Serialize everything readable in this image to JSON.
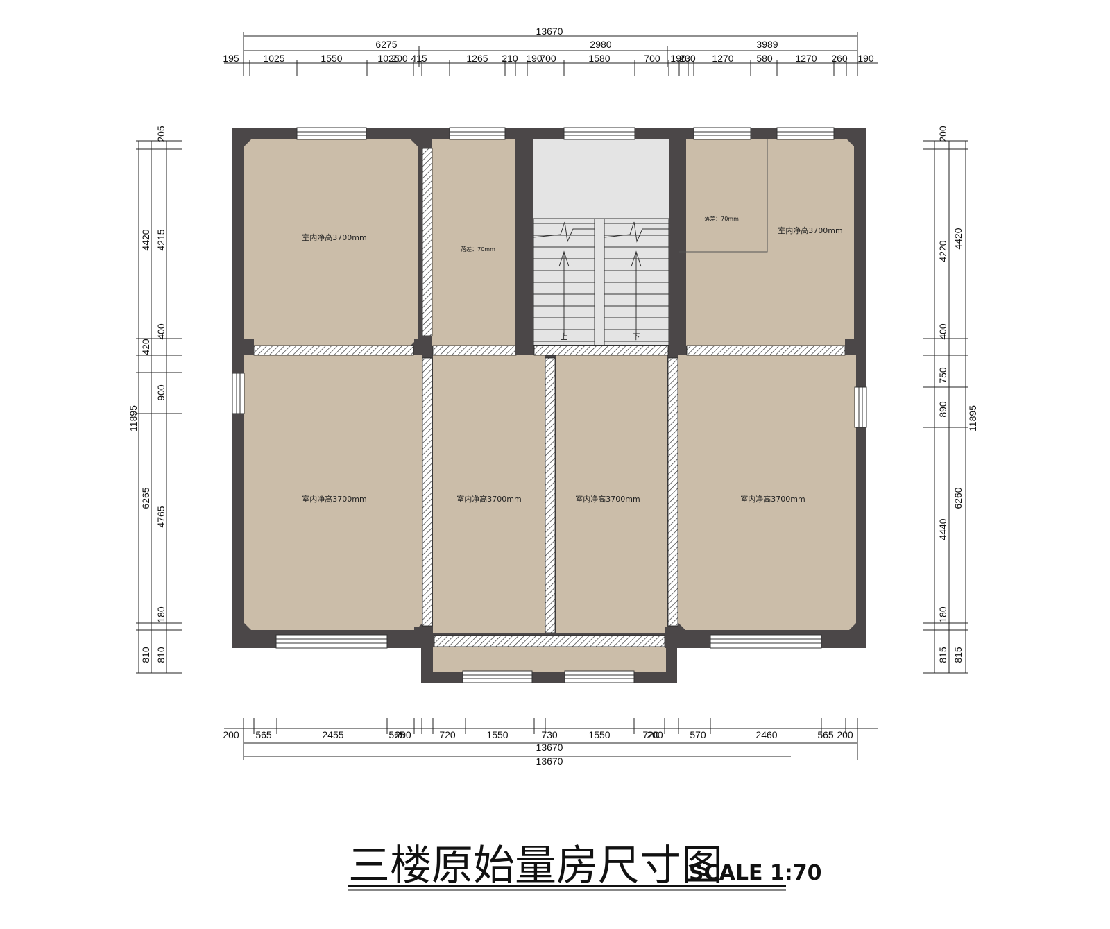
{
  "colors": {
    "floor": "#cbbda9",
    "wall": "#4b4748",
    "stair_bg": "#e4e4e4",
    "line": "#222222"
  },
  "dims": {
    "top_total": "13670",
    "top_mid": [
      "6275",
      "2980",
      "3989"
    ],
    "top_detail": [
      "195",
      "1025",
      "1550",
      "1025",
      "200",
      "415",
      "1265",
      "210",
      "190",
      "700",
      "1580",
      "700",
      "190",
      "230",
      "1270",
      "580",
      "1270",
      "260",
      "190"
    ],
    "bottom_detail": [
      "200",
      "565",
      "2455",
      "565",
      "200",
      "720",
      "1550",
      "730",
      "1550",
      "720",
      "200",
      "570",
      "2460",
      "565",
      "200"
    ],
    "bottom_total_1": "13670",
    "bottom_total_2": "13670",
    "left_outer": "11895",
    "left_mid": [
      "4420",
      "420",
      "6265",
      "810"
    ],
    "left_inner": [
      "205",
      "4215",
      "400",
      "900",
      "4765",
      "180",
      "810"
    ],
    "right_outer": "11895",
    "right_mid": [
      "4420",
      "6260",
      "815"
    ],
    "right_inner": [
      "200",
      "4220",
      "400",
      "750",
      "890",
      "4440",
      "180",
      "815"
    ]
  },
  "rooms": {
    "r1": "室内净高3700mm",
    "r2": "落差：70mm",
    "r3": "落差：70mm",
    "r4": "室内净高3700mm",
    "r5": "室内净高3700mm",
    "r6": "室内净高3700mm",
    "r7": "室内净高3700mm",
    "r8": "室内净高3700mm"
  },
  "stairs": {
    "up": "上",
    "down": "下"
  },
  "title": {
    "main": "三楼原始量房尺寸图",
    "scale": "SCALE 1:70"
  }
}
